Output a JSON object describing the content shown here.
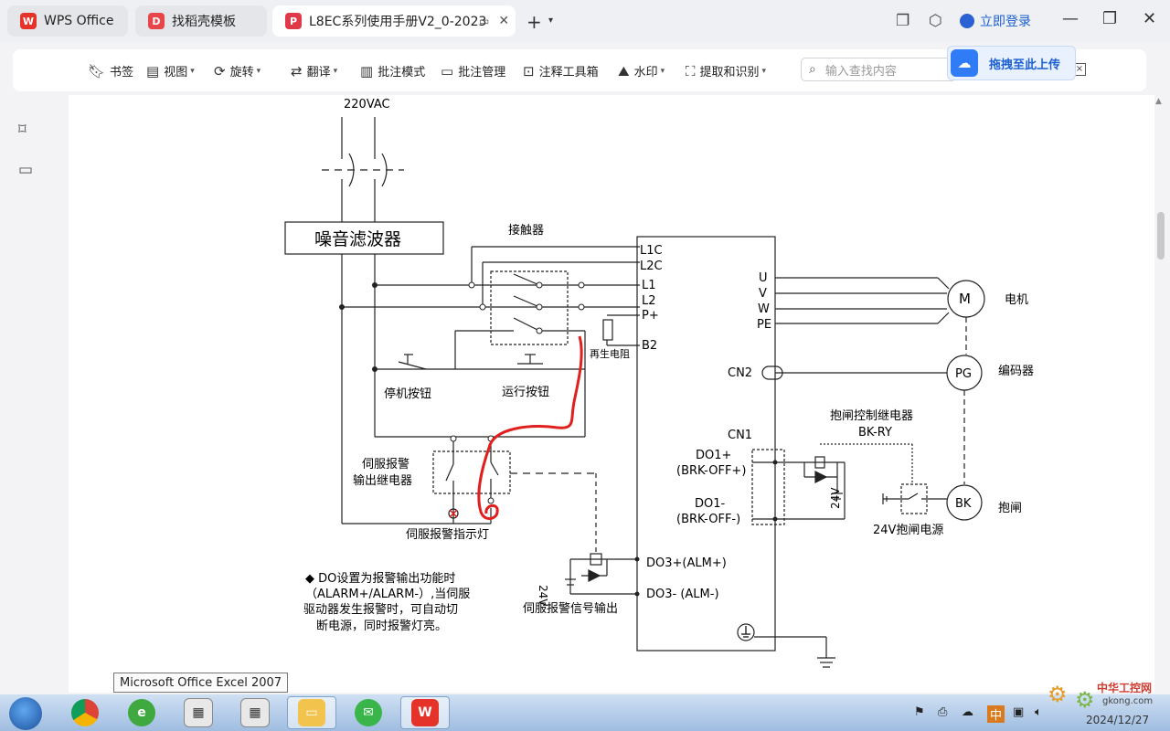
{
  "tabs": [
    {
      "label": "WPS Office"
    },
    {
      "label": "找稻壳模板"
    },
    {
      "label": "L8EC系列使用手册V2_0-2023"
    }
  ],
  "header": {
    "login": "立即登录"
  },
  "toolbar": {
    "bookmark": "书签",
    "view": "视图",
    "rotate": "旋转",
    "translate": "翻译",
    "annotate_mode": "批注模式",
    "annotate_manage": "批注管理",
    "annotate_toolbox": "注释工具箱",
    "watermark": "水印",
    "extract": "提取和识别",
    "search_placeholder": "输入查找内容"
  },
  "upload": {
    "label": "拖拽至此上传"
  },
  "diagram": {
    "supply": "220VAC",
    "filter": "噪音滤波器",
    "contactor": "接触器",
    "term_l1c": "L1C",
    "term_l2c": "L2C",
    "term_l1": "L1",
    "term_l2": "L2",
    "term_pplus": "P+",
    "term_b2": "B2",
    "regen_resistor": "再生电阻",
    "stop_button": "停机按钮",
    "run_button": "运行按钮",
    "alarm_relay_line1": "伺服报警",
    "alarm_relay_line2": "输出继电器",
    "alarm_lamp": "伺服报警指示灯",
    "term_u": "U",
    "term_v": "V",
    "term_w": "W",
    "term_pe": "PE",
    "motor": "M",
    "motor_label": "电机",
    "cn2": "CN2",
    "pg": "PG",
    "encoder_label": "编码器",
    "brake_relay_line1": "抱闸控制继电器",
    "brake_relay_line2": "BK-RY",
    "cn1": "CN1",
    "do1p_line1": "DO1+",
    "do1p_line2": "(BRK-OFF+)",
    "do1m_line1": "DO1-",
    "do1m_line2": "(BRK-OFF-)",
    "v24": "24V",
    "brake_supply": "24V抱闸电源",
    "bk": "BK",
    "brake_label": "抱闸",
    "do3p": "DO3+(ALM+)",
    "do3m": "DO3- (ALM-)",
    "alarm_signal_out": "伺服报警信号输出",
    "note_line1": "◆ DO设置为报警输出功能时",
    "note_line2": "（ALARM+/ALARM-）,当伺服",
    "note_line3": "驱动器发生报警时，可自动切",
    "note_line4": "断电源，同时报警灯亮。"
  },
  "tooltip": {
    "label": "Microsoft Office Excel 2007"
  },
  "tray": {
    "ime": "中",
    "date": "2024/12/27"
  },
  "watermark": {
    "line1": "中华工控网",
    "line2": "gkong.com"
  },
  "colors": {
    "accent": "#2f7cf6",
    "annotation": "#e0201e",
    "wps_red": "#e5332a"
  }
}
